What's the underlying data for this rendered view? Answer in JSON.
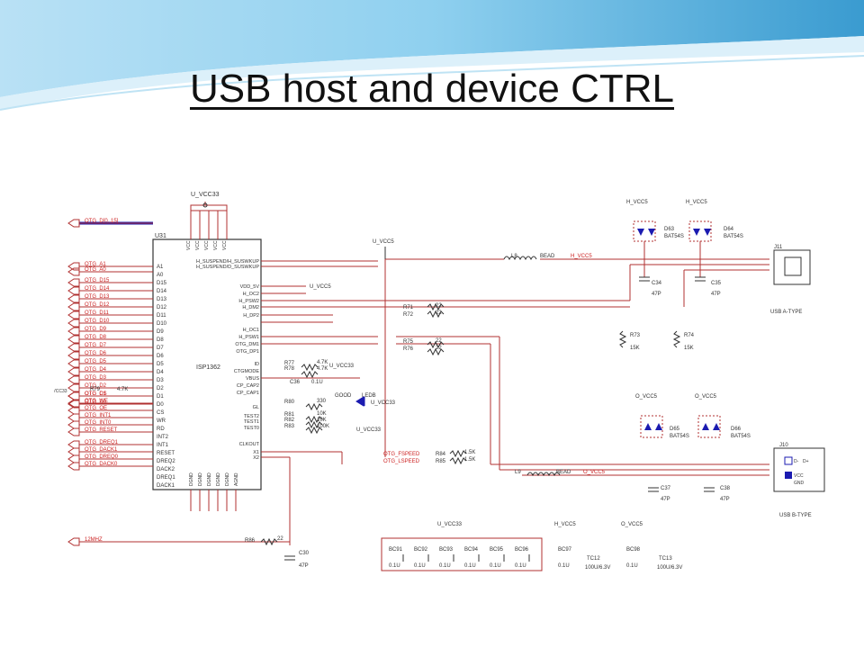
{
  "slide": {
    "title": "USB host and device CTRL",
    "colors": {
      "banner_light": "#dff1fb",
      "banner_mid": "#7fc6ea",
      "banner_dark": "#2f92c9",
      "wire": "#b03030",
      "net_label": "#cc2222",
      "body": "#222222"
    }
  },
  "schematic": {
    "ic": {
      "ref": "U31",
      "name": "ISP1362",
      "top_power_net": "U_VCC33",
      "top_pins": [
        "VCC",
        "VCC",
        "VCC",
        "VCC",
        "VCC"
      ],
      "left_pins": [
        "A1",
        "A0",
        "D15",
        "D14",
        "D13",
        "D12",
        "D11",
        "D10",
        "D9",
        "D8",
        "D7",
        "D6",
        "D5",
        "D4",
        "D3",
        "D2",
        "D1",
        "D0",
        "CS",
        "WR",
        "RD",
        "INT2",
        "INT1",
        "RESET",
        "DREQ2",
        "DACK2",
        "DREQ1",
        "DACK1"
      ],
      "right_pins": [
        "H_SUSPEND/H_SUSWKUP",
        "H_SUSPEND/D_SUSWKUP",
        "VDD_5V",
        "H_OC2",
        "H_PSW2",
        "H_DM2",
        "H_DP2",
        "H_OC1",
        "H_PSW1",
        "OTG_DM1",
        "OTG_DP1",
        "ID",
        "CTGMODE",
        "VBUS",
        "CP_CAP2",
        "CP_CAP1",
        "GL",
        "TEST2",
        "TEST1",
        "TEST0",
        "CLKOUT",
        "X1",
        "X2"
      ],
      "bottom_pins": [
        "DGND",
        "DGND",
        "DGND",
        "DGND",
        "DGND",
        "AGND"
      ]
    },
    "left_nets": [
      "OTG_D[0..15]",
      "OTG_A1",
      "OTG_A0",
      "OTG_D15",
      "OTG_D14",
      "OTG_D13",
      "OTG_D12",
      "OTG_D11",
      "OTG_D10",
      "OTG_D9",
      "OTG_D8",
      "OTG_D7",
      "OTG_D6",
      "OTG_D5",
      "OTG_D4",
      "OTG_D3",
      "OTG_D2",
      "OTG_D1",
      "OTG_D0",
      "OTG_CS",
      "OTG_WE",
      "OTG_OE",
      "OTG_INT1",
      "OTG_INT0",
      "OTG_RESET",
      "OTG_DREQ1",
      "OTG_DACK1",
      "OTG_DREQ0",
      "OTG_DACK0",
      "12MHZ"
    ],
    "labels": {
      "u_vcc33": "U_VCC33",
      "u_vcc5": "U_VCC5",
      "h_vcc5": "H_VCC5",
      "o_vcc5": "O_VCC5",
      "u_vcc5_net": "U_VCC5",
      "u_vcc33_net": "U_VCC33",
      "r79": "R79",
      "r79_val": "4.7K",
      "l8": "L8",
      "l8_val": "BEAD",
      "l8_net": "H_VCC5",
      "l9": "L9",
      "l9_val": "BEAD",
      "l9_net": "O_VCC5",
      "r71": "R71",
      "r72": "R72",
      "r75": "R75",
      "r76": "R76",
      "r_22": "22",
      "r77": "R77",
      "r78": "R78",
      "r_47k": "4.7K",
      "c36": "C36",
      "c36_val": "0.1U",
      "good": "GOOD",
      "ledb": "LEDB",
      "r80": "R80",
      "r80_val": "330",
      "r81": "R81",
      "r81_val": "10K",
      "r82": "R82",
      "r82_val": "10K",
      "r83": "R83",
      "r83_val": "100K",
      "r73": "R73",
      "r74": "R74",
      "r_15k": "15K",
      "d63": "D63",
      "d64": "D64",
      "d65": "D65",
      "d66": "D66",
      "bat": "BAT54S",
      "c34": "C34",
      "c35": "C35",
      "c37": "C37",
      "c38": "C38",
      "c_47p": "47P",
      "j11": "J11",
      "j11_type": "USB A-TYPE",
      "j10": "J10",
      "j10_type": "USB B-TYPE",
      "j_dminus": "D-",
      "j_dplus": "D+",
      "j_vcc": "VCC",
      "j_gnd": "GND",
      "otg_fspeed": "OTG_FSPEED",
      "otg_lspeed": "OTG_LSPEED",
      "r84": "R84",
      "r84_val": "1.5K",
      "r85": "R85",
      "r85_val": "1.5K",
      "r86": "R86",
      "r86_val": "22",
      "c30": "C30",
      "c30_val": "47P",
      "bc91": "BC91",
      "bc92": "BC92",
      "bc93": "BC93",
      "bc94": "BC94",
      "bc95": "BC95",
      "bc96": "BC96",
      "bc97": "BC97",
      "bc98": "BC98",
      "c_01u": "0.1U",
      "tc12": "TC12",
      "tc13": "TC13",
      "tc_val": "100U/6.3V"
    }
  }
}
